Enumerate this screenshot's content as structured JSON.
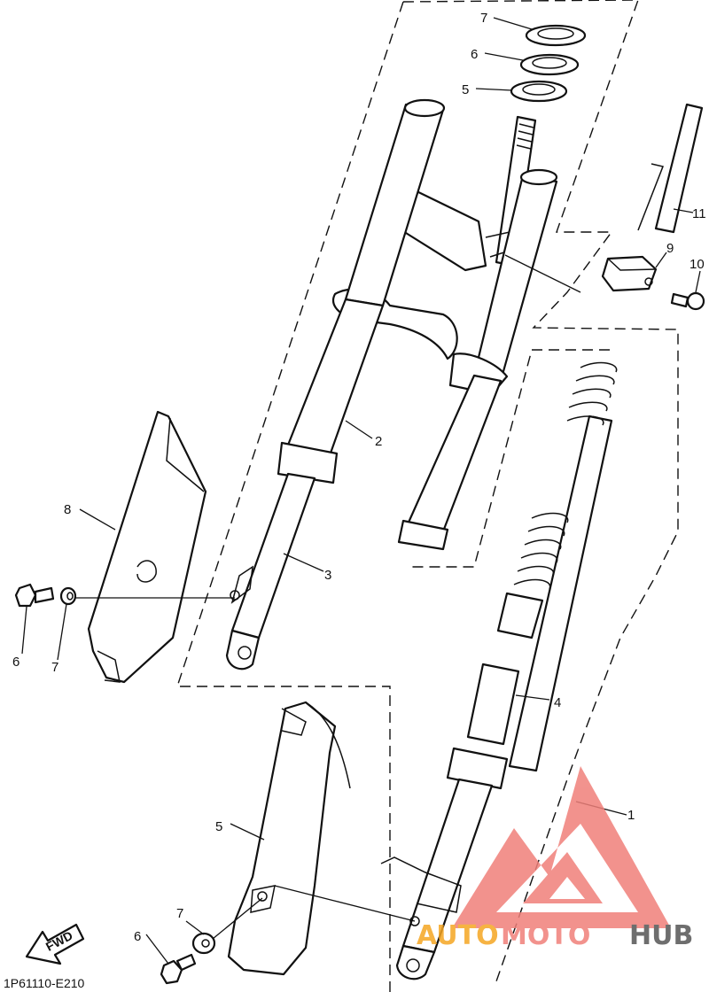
{
  "diagram_code": "1P61110-E210",
  "fwd_label": "FWD",
  "watermark": {
    "part1": "AUTO",
    "part2": "MOTO",
    "part3": "HUB",
    "color_red": "#f0807a",
    "color_orange": "#f5a623",
    "color_dark": "#555555"
  },
  "callouts": {
    "c7_top": "7",
    "c6_top": "6",
    "c5_top": "5",
    "c11": "11",
    "c9": "9",
    "c10": "10",
    "c2": "2",
    "c8": "8",
    "c3": "3",
    "c6_left": "6",
    "c7_left": "7",
    "c4": "4",
    "c1": "1",
    "c5_bottom": "5",
    "c7_bottom": "7",
    "c6_bottom": "6"
  }
}
